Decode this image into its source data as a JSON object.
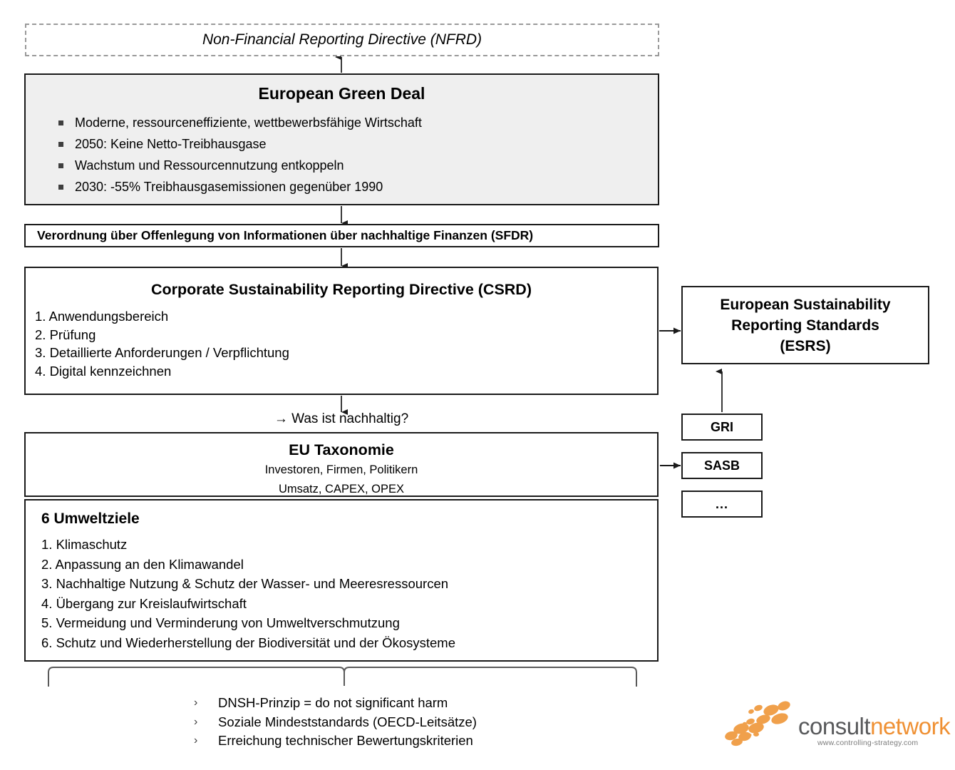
{
  "diagram": {
    "nfrd": {
      "label": "Non-Financial Reporting Directive (NFRD)"
    },
    "green_deal": {
      "title": "European Green Deal",
      "bullets": [
        "Moderne, ressourceneffiziente, wettbewerbsfähige Wirtschaft",
        "2050: Keine Netto-Treibhausgase",
        "Wachstum und Ressourcennutzung entkoppeln",
        "2030: -55% Treibhausgasemissionen gegenüber 1990"
      ]
    },
    "sfdr": {
      "label": "Verordnung über Offenlegung von Informationen über nachhaltige Finanzen (SFDR)"
    },
    "csrd": {
      "title": "Corporate Sustainability Reporting Directive (CSRD)",
      "items": [
        "1. Anwendungsbereich",
        "2. Prüfung",
        "3. Detaillierte Anforderungen / Verpflichtung",
        "4. Digital kennzeichnen"
      ]
    },
    "esrs": {
      "line1": "European Sustainability",
      "line2": "Reporting Standards",
      "line3": "(ESRS)"
    },
    "standards": [
      {
        "label": "GRI"
      },
      {
        "label": "SASB"
      },
      {
        "label": "..."
      }
    ],
    "question": "→ Was ist nachhaltig?",
    "taxonomy": {
      "title": "EU Taxonomie",
      "sub1": "Investoren, Firmen, Politikern",
      "sub2": "Umsatz, CAPEX, OPEX"
    },
    "environment_goals": {
      "title": "6 Umweltziele",
      "items": [
        "1. Klimaschutz",
        "2. Anpassung an den Klimawandel",
        "3. Nachhaltige Nutzung & Schutz der Wasser- und Meeresressourcen",
        "4. Übergang zur Kreislaufwirtschaft",
        "5. Vermeidung und Verminderung von Umweltverschmutzung",
        "6. Schutz und Wiederherstellung der Biodiversität und der Ökosysteme"
      ]
    },
    "criteria": {
      "chevron": "›",
      "items": [
        "DNSH-Prinzip = do not significant harm",
        "Soziale Mindeststandards (OECD-Leitsätze)",
        "Erreichung technischer Bewertungskriterien"
      ]
    }
  },
  "logo": {
    "word_first": "consult",
    "word_second": "network",
    "url": "www.controlling-strategy.com",
    "color_text": "#58595b",
    "color_accent": "#ef9033"
  }
}
